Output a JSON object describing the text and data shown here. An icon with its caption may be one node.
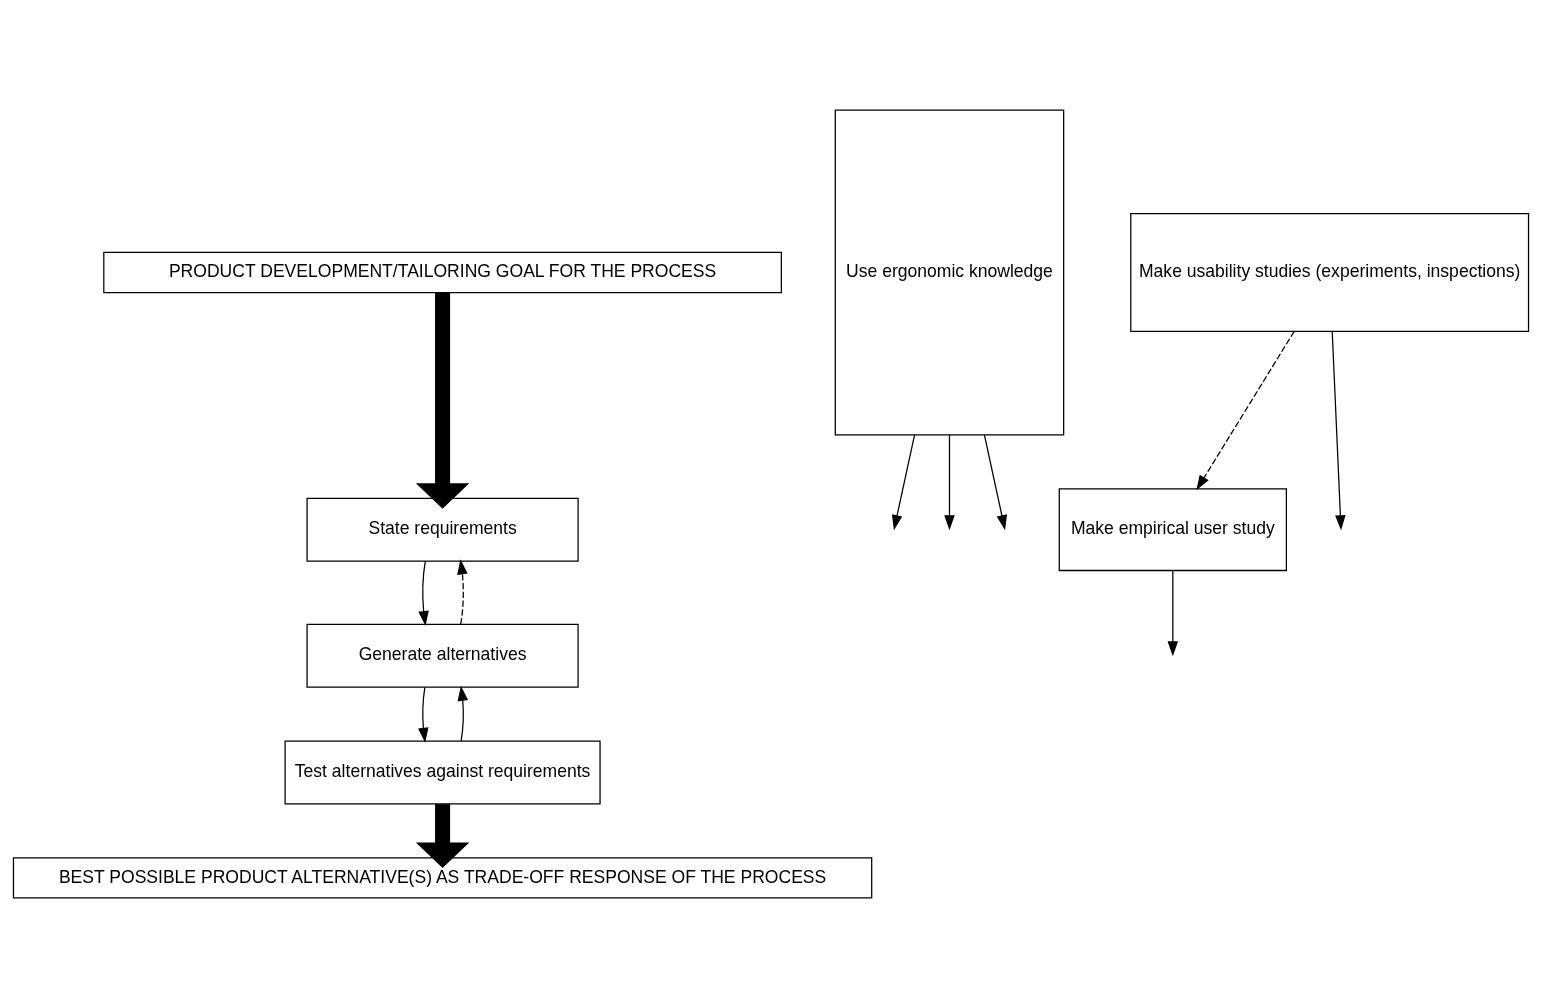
{
  "diagram": {
    "nodes": [
      {
        "text": [
          "PRODUCT DEVELOPMENT/TAILORING GOAL FOR THE PROCESS"
        ]
      },
      {
        "text": [
          "Use ergonomic knowledge"
        ]
      },
      {
        "text": [
          "State requirements"
        ]
      },
      {
        "text": [
          "Generate alternatives"
        ]
      },
      {
        "text": [
          "Test alternatives against requirements"
        ]
      },
      {
        "text": [
          "Make empirical user study"
        ]
      },
      {
        "text": [
          "Make usability studies (experiments, inspections)"
        ]
      },
      {
        "text": [
          "BEST POSSIBLE PRODUCT ALTERNATIVE(S) AS TRADE-OFF RESPONSE OF THE PROCESS"
        ]
      }
    ],
    "edges": [
      {
        "from": 0,
        "to": 2,
        "arrow": "to",
        "style": "thick"
      },
      {
        "from": 1,
        "to": null,
        "arrow": "to"
      },
      {
        "from": 1,
        "to": null,
        "arrow": "to"
      },
      {
        "from": 1,
        "to": null,
        "arrow": "to"
      },
      {
        "from": 2,
        "to": 3,
        "arrow": "to"
      },
      {
        "from": 3,
        "to": 4,
        "arrow": "to"
      },
      {
        "from": 4,
        "to": 3,
        "arrow": "to"
      },
      {
        "from": 3,
        "to": 2,
        "arrow": "to",
        "style": "dashed"
      },
      {
        "from": 5,
        "to": null,
        "arrow": "to"
      },
      {
        "from": 6,
        "to": null,
        "arrow": "to"
      },
      {
        "from": 6,
        "to": 5,
        "arrow": "to",
        "style": "dashed"
      },
      {
        "from": 4,
        "to": 7,
        "arrow": "to",
        "style": "thick"
      }
    ]
  }
}
